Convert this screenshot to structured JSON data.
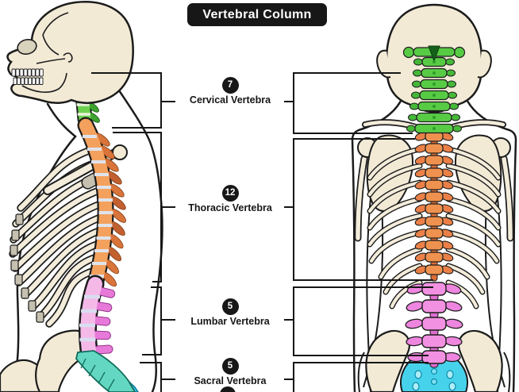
{
  "title": "Vertebral Column",
  "labels": [
    {
      "count": "7",
      "name": "Cervical Vertebra"
    },
    {
      "count": "12",
      "name": "Thoracic Vertebra"
    },
    {
      "count": "5",
      "name": "Lumbar Vertebra"
    },
    {
      "count": "5",
      "name": "Sacral Vertebra"
    }
  ],
  "colors": {
    "cervical": "#58cb45",
    "thoracic": "#f0924f",
    "lumbar": "#f291e1",
    "sacral": "#47d2ec",
    "bone": "#f2ead5",
    "outline": "#1c1c1c",
    "label_bg": "#171717",
    "label_fg": "#ffffff"
  }
}
